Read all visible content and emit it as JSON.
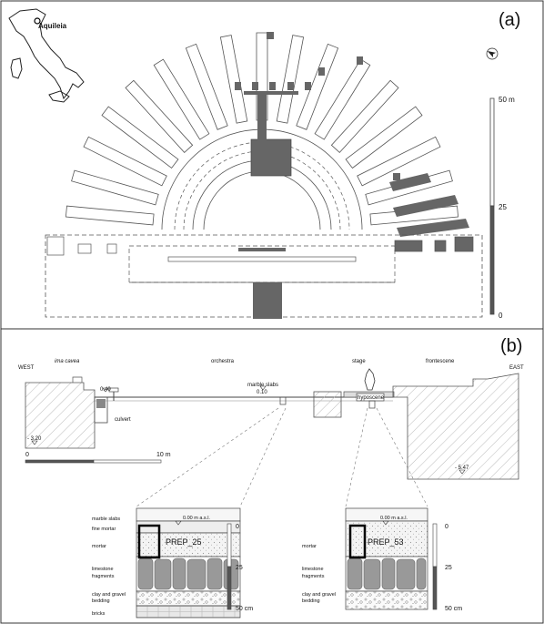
{
  "panel_a": {
    "label": "(a)",
    "inset_map_label": "Aquileia",
    "scale_top": "50 m",
    "scale_mid": "25",
    "scale_bottom": "0"
  },
  "panel_b": {
    "label": "(b)",
    "west": "WEST",
    "east": "EAST",
    "ima_cavea": "ima cavea",
    "orchestra": "orchestra",
    "stage": "stage",
    "frontescene": "frontescene",
    "marble_slabs_top": "marble slabs",
    "level_010": "0.10",
    "level_040": "0.40",
    "culvert": "culvert",
    "hyposcene": "hyposcene",
    "level_m320": "- 3.20",
    "level_m547": "- 5.47",
    "scalebar_left": "0",
    "scalebar_right": "10 m"
  },
  "section_left": {
    "layers": [
      "marble slabs",
      "fine mortar",
      "mortar",
      "limestone fragments",
      "clay and gravel bedding",
      "bricks"
    ],
    "limestone_line1": "limestone",
    "limestone_line2": "fragments",
    "clay_line1": "clay and gravel",
    "clay_line2": "bedding",
    "level": "0.00 m a.s.l.",
    "sample": "PREP_25",
    "scale": [
      "0",
      "25",
      "50 cm"
    ]
  },
  "section_right": {
    "mortar": "mortar",
    "limestone_line1": "limestone",
    "limestone_line2": "fragments",
    "clay_line1": "clay and gravel",
    "clay_line2": "bedding",
    "level": "0.00 m a.s.l.",
    "sample": "PREP_53",
    "scale": [
      "0",
      "25",
      "50 cm"
    ]
  }
}
